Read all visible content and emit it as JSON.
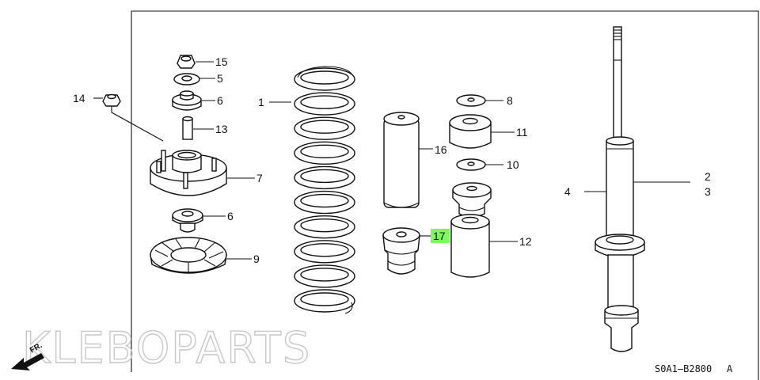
{
  "callouts": {
    "c1": "1",
    "c2": "2",
    "c3": "3",
    "c4": "4",
    "c5": "5",
    "c6a": "6",
    "c6b": "6",
    "c7": "7",
    "c8": "8",
    "c9": "9",
    "c10": "10",
    "c11": "11",
    "c12": "12",
    "c13": "13",
    "c14": "14",
    "c15": "15",
    "c16": "16",
    "c17": "17"
  },
  "diagram_code": "S0A1—B2800",
  "diagram_code_suffix": "A",
  "watermark": "KLEBOPARTS",
  "front_arrow_label": "FR.",
  "highlight_color": "#7CFC5A"
}
